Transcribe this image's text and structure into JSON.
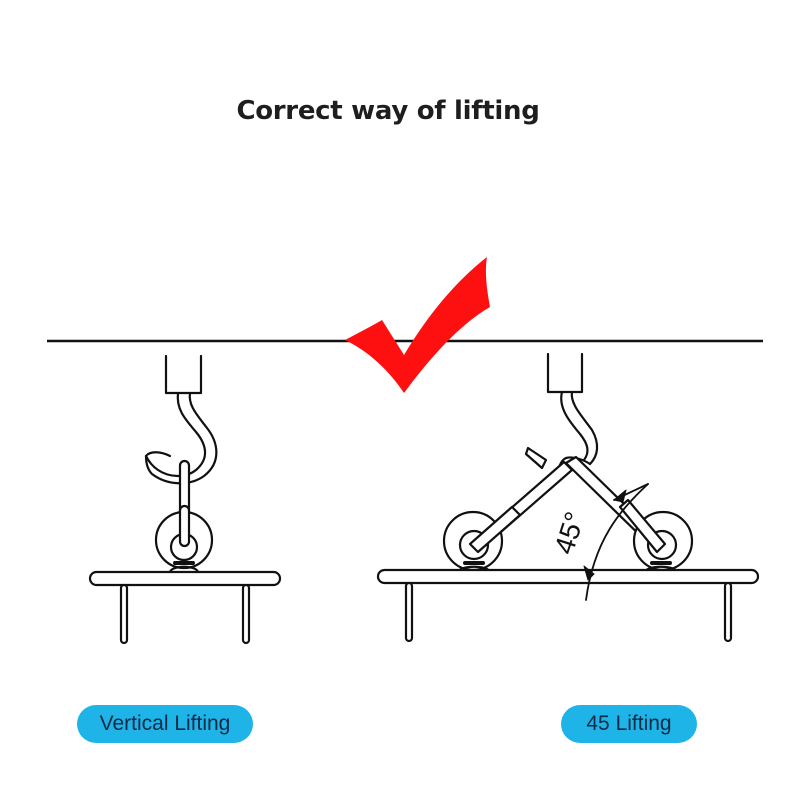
{
  "title": "Correct way of lifting",
  "check_mark": {
    "icon": "checkmark-icon",
    "color": "#ff1010"
  },
  "diagrams": [
    {
      "id": "vertical",
      "label": "Vertical Lifting",
      "label_bg": "#1fb4e8",
      "label_text_color": "#0f2a47"
    },
    {
      "id": "angled",
      "label": "45 Lifting",
      "angle_annotation": "45°",
      "label_bg": "#1fb4e8",
      "label_text_color": "#0f2a47"
    }
  ],
  "colors": {
    "line": "#111111",
    "background": "#ffffff"
  }
}
